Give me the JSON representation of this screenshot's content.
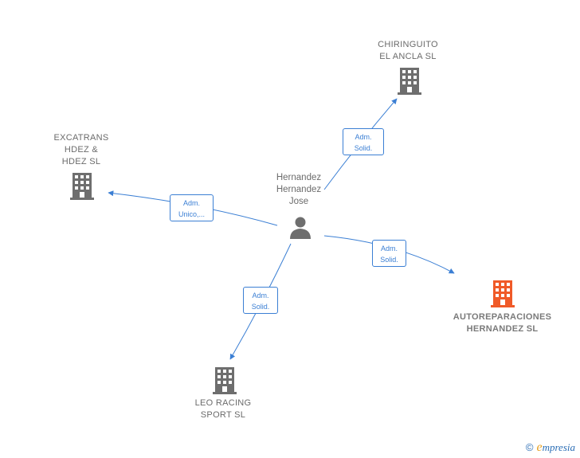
{
  "colors": {
    "edge": "#3b7fd4",
    "company_icon": "#6e6e6e",
    "highlight_icon": "#f05a28",
    "person_icon": "#6e6e6e"
  },
  "person": {
    "name_lines": [
      "Hernandez",
      "Hernandez",
      "Jose"
    ],
    "icon": "person-icon"
  },
  "companies": [
    {
      "id": "chiringuito",
      "lines": [
        "CHIRINGUITO",
        "EL ANCLA SL"
      ],
      "highlight": false,
      "icon": "building-icon"
    },
    {
      "id": "excatrans",
      "lines": [
        "EXCATRANS",
        "HDEZ &",
        "HDEZ SL"
      ],
      "highlight": false,
      "icon": "building-icon"
    },
    {
      "id": "autoreparaciones",
      "lines": [
        "AUTOREPARACIONES",
        "HERNANDEZ SL"
      ],
      "highlight": true,
      "icon": "building-icon"
    },
    {
      "id": "leoracing",
      "lines": [
        "LEO RACING",
        "SPORT SL"
      ],
      "highlight": false,
      "icon": "building-icon"
    }
  ],
  "edges": [
    {
      "to": "chiringuito",
      "label_lines": [
        "Adm.",
        "Solid."
      ]
    },
    {
      "to": "excatrans",
      "label_lines": [
        "Adm.",
        "Unico,..."
      ]
    },
    {
      "to": "autoreparaciones",
      "label_lines": [
        "Adm.",
        "Solid."
      ]
    },
    {
      "to": "leoracing",
      "label_lines": [
        "Adm.",
        "Solid."
      ]
    }
  ],
  "footer": {
    "copyright": "©",
    "brand_initial": "e",
    "brand_rest": "mpresia"
  }
}
